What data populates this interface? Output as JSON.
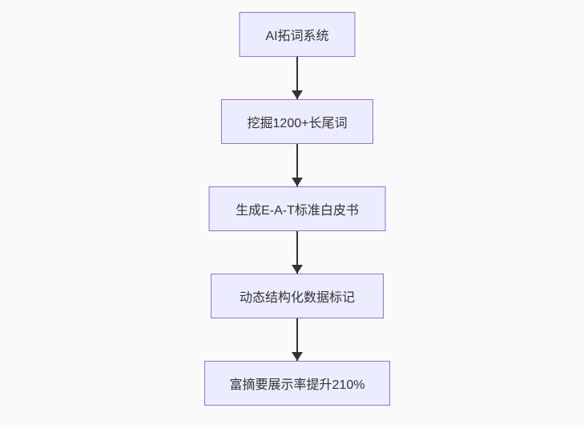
{
  "diagram": {
    "type": "flowchart",
    "direction": "top-down",
    "nodes": [
      {
        "id": "step-1",
        "label": "AI拓词系统"
      },
      {
        "id": "step-2",
        "label": "挖掘1200+长尾词"
      },
      {
        "id": "step-3",
        "label": "生成E-A-T标准白皮书"
      },
      {
        "id": "step-4",
        "label": "动态结构化数据标记"
      },
      {
        "id": "step-5",
        "label": "富摘要展示率提升210%"
      }
    ],
    "edges": [
      {
        "from": "step-1",
        "to": "step-2"
      },
      {
        "from": "step-2",
        "to": "step-3"
      },
      {
        "from": "step-3",
        "to": "step-4"
      },
      {
        "from": "step-4",
        "to": "step-5"
      }
    ],
    "colors": {
      "node_fill": "#ECECFF",
      "node_border": "#9370DB",
      "arrow": "#333333",
      "text": "#333333",
      "background": "#FAFAFA"
    }
  }
}
